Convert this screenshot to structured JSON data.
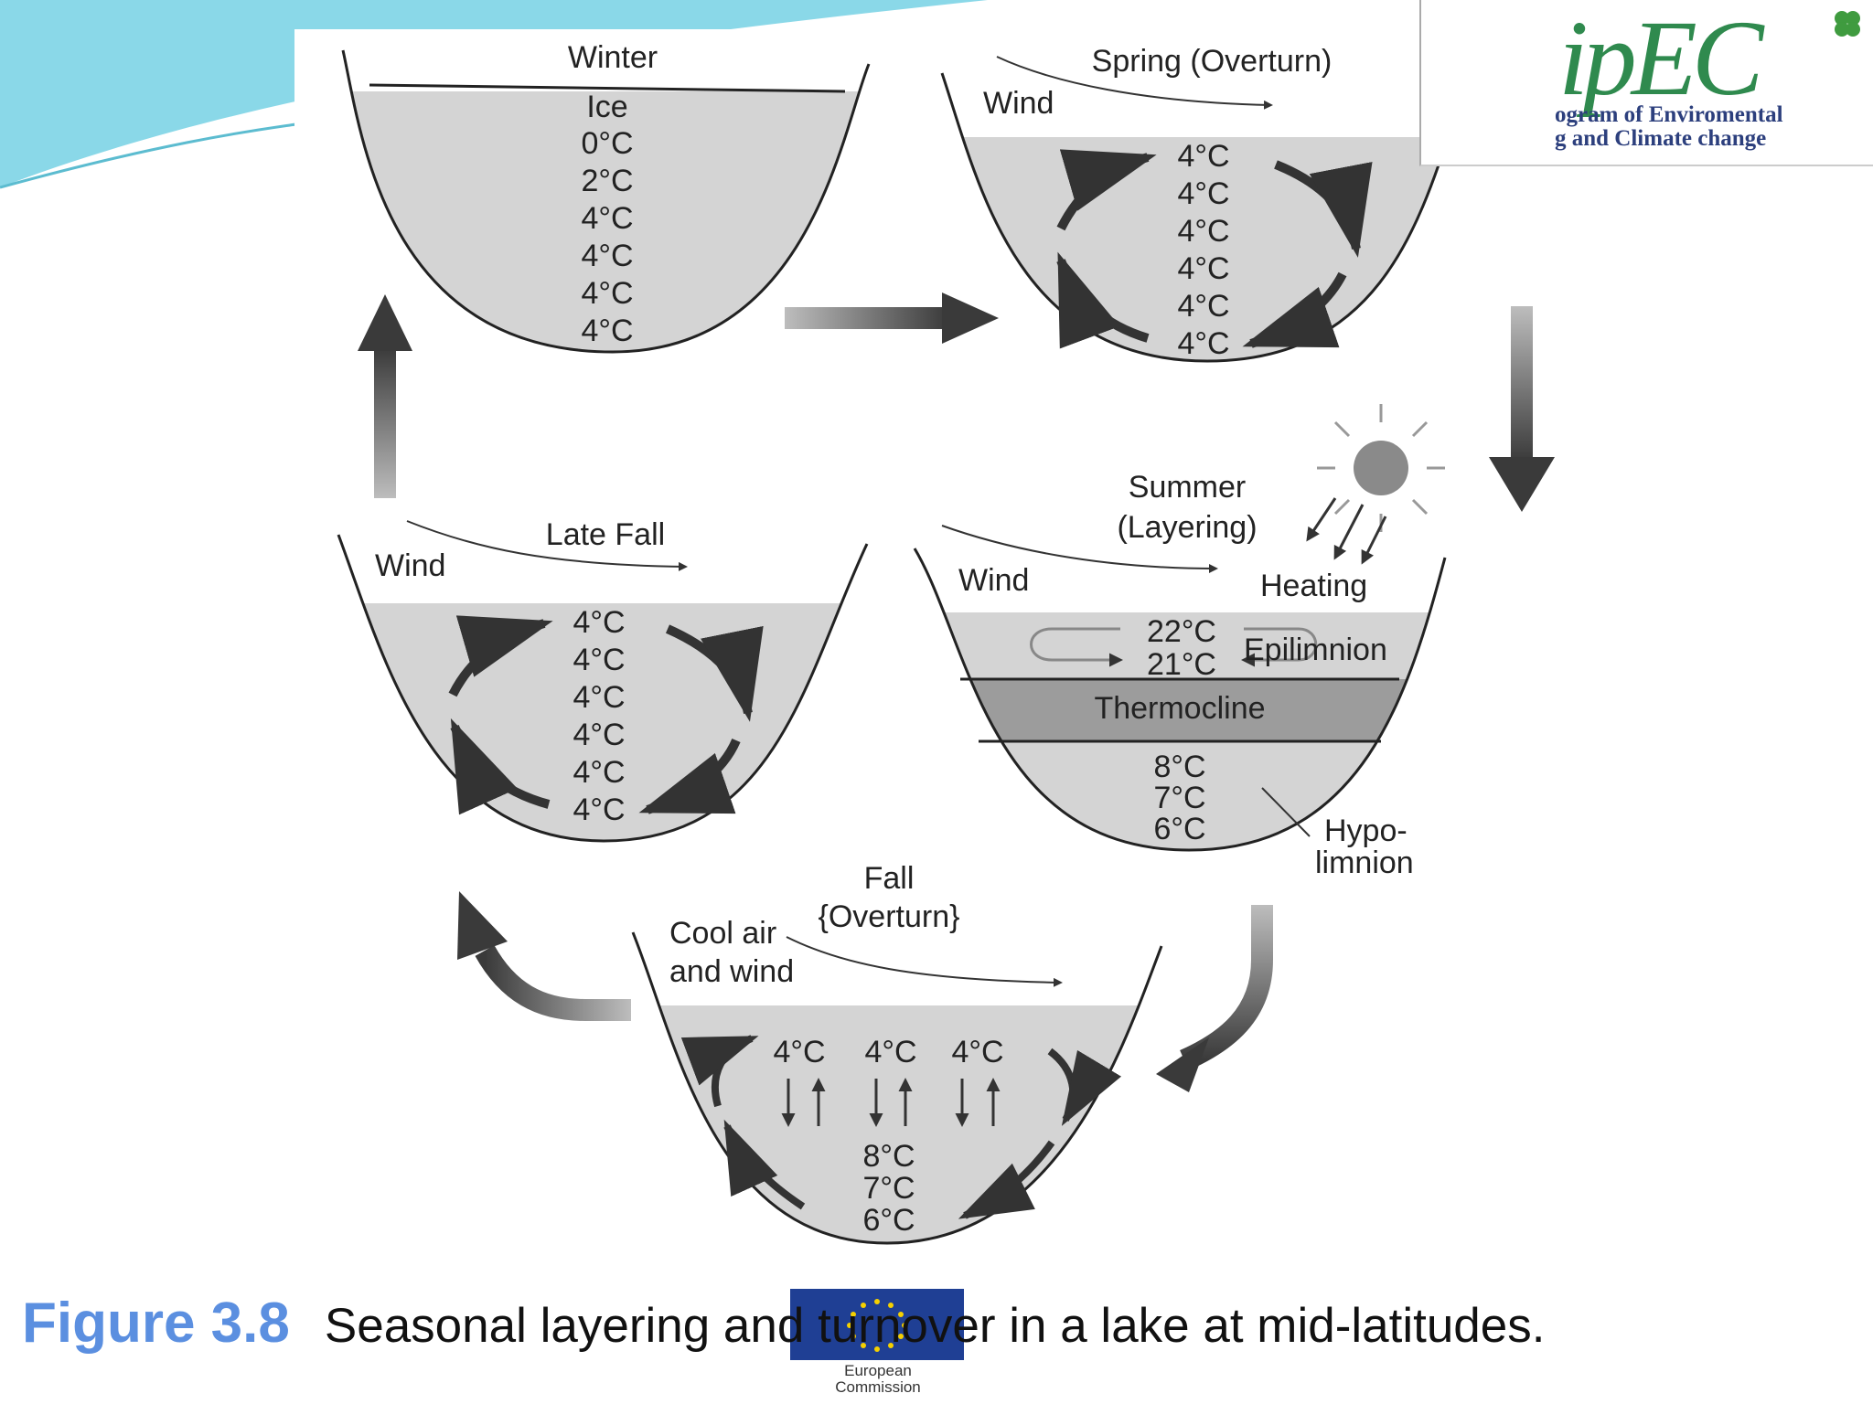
{
  "panels": {
    "winter": {
      "title": "Winter",
      "ice_label": "Ice",
      "temps": [
        "0°C",
        "2°C",
        "4°C",
        "4°C",
        "4°C",
        "4°C"
      ]
    },
    "spring": {
      "title": "Spring (Overturn)",
      "wind_label": "Wind",
      "temps": [
        "4°C",
        "4°C",
        "4°C",
        "4°C",
        "4°C",
        "4°C"
      ]
    },
    "summer": {
      "title_line1": "Summer",
      "title_line2": "(Layering)",
      "wind_label": "Wind",
      "heating_label": "Heating",
      "epi_temps": [
        "22°C",
        "21°C"
      ],
      "epilimnion_label": "Epilimnion",
      "thermocline_label": "Thermocline",
      "hypo_temps": [
        "8°C",
        "7°C",
        "6°C"
      ],
      "hypolimnion_line1": "Hypo-",
      "hypolimnion_line2": "limnion"
    },
    "fall": {
      "title_line1": "Fall",
      "title_line2": "{Overturn}",
      "wind_line1": "Cool air",
      "wind_line2": "and wind",
      "top_temps": [
        "4°C",
        "4°C",
        "4°C"
      ],
      "bottom_temps": [
        "8°C",
        "7°C",
        "6°C"
      ]
    },
    "late_fall": {
      "title": "Late Fall",
      "wind_label": "Wind",
      "temps": [
        "4°C",
        "4°C",
        "4°C",
        "4°C",
        "4°C",
        "4°C"
      ]
    }
  },
  "caption": {
    "number": "Figure 3.8",
    "text": "Seasonal layering and turnover in a lake at mid-latitudes."
  },
  "logo": {
    "mark": "ipEC",
    "line1": "ogram of Enviromental",
    "line2": "g and Climate change"
  },
  "eu_logo": {
    "line1": "European",
    "line2": "Commission"
  },
  "colors": {
    "water": "#d4d4d4",
    "thermocline": "#9c9c9c",
    "arrow": "#333333",
    "caption_accent": "#5b8fe0",
    "header_band": "#8ad8e8"
  }
}
